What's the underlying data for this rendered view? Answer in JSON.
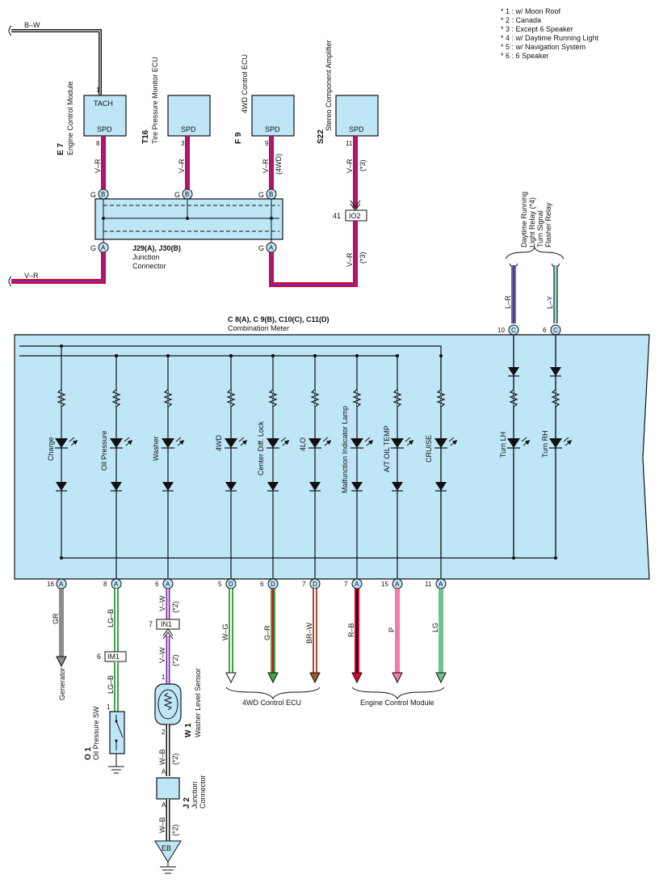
{
  "notes": [
    "* 1 : w/ Moon Roof",
    "* 2 : Canada",
    "* 3 : Except 6 Speaker",
    "* 4 : w/ Daytime Running Light",
    "* 5 : w/ Navigation System",
    "* 6 : 6 Speaker"
  ],
  "wires": {
    "bw_top": "B–W",
    "vr_left": "V–R",
    "vr": "V–R",
    "vr_4wd_note": "(4WD)",
    "vr_s22_note": "(*3)",
    "vr_io2_note": "(*3)",
    "lr": "L–R",
    "ly": "L–Y",
    "gr": "GR",
    "lgb1": "LG–B",
    "lgb2": "LG–B",
    "vw1": "V–W",
    "vw1_note": "(*2)",
    "vw2": "V–W",
    "vw2_note": "(*2)",
    "wg": "W–G",
    "gr2": "G–R",
    "brw": "BR–W",
    "rb": "R–B",
    "p": "P",
    "lg": "LG",
    "wb1": "W–B",
    "wb1_note": "(*2)",
    "wb2": "W–B",
    "wb2_note": "(*2)"
  },
  "components": {
    "e7": {
      "code": "E 7",
      "name": "Engine Control Module",
      "pins": [
        "TACH",
        "SPD"
      ],
      "pin_nums": [
        "1",
        "8"
      ]
    },
    "t16": {
      "code": "T16",
      "name": "Tire Pressure Monitor ECU",
      "pin": "SPD",
      "pin_num": "3"
    },
    "f9": {
      "code": "F 9",
      "name": "4WD Control ECU",
      "pin": "SPD",
      "pin_num": "9"
    },
    "s22": {
      "code": "S22",
      "name": "Stereo Component Amplifier",
      "pin": "SPD",
      "pin_num": "11"
    },
    "junction": {
      "code": "J29(A), J30(B)",
      "name": "Junction Connector",
      "top": [
        "G",
        "B",
        "G",
        "B",
        "G",
        "B"
      ],
      "bottom": [
        "G",
        "A",
        "G",
        "A"
      ]
    },
    "io2": {
      "label": "IO2",
      "pin": "41"
    },
    "relays": {
      "line1": "Daytime Running",
      "line2": "Light Relay (*4)",
      "line3": "Turn Signal",
      "line4": "Flasher Relay"
    },
    "meter": {
      "code": "C 8(A), C 9(B), C10(C), C11(D)",
      "name": "Combination Meter"
    },
    "im1": {
      "label": "IM1",
      "pin": "6"
    },
    "in1": {
      "label": "IN1",
      "pin": "7"
    },
    "o1": {
      "code": "O 1",
      "name": "Oil Pressure SW",
      "pin": "1"
    },
    "w1": {
      "code": "W 1",
      "name": "Washer Level Sensor",
      "pins": [
        "1",
        "2"
      ]
    },
    "j2": {
      "code": "J 2",
      "name": "Junction Connector",
      "pins": [
        "A",
        "A"
      ]
    },
    "eb": "EB"
  },
  "lamps": [
    "Charge",
    "Oil Pressure",
    "Washer",
    "4WD",
    "Center Diff. Lock",
    "4LO",
    "Malfunction Indicator Lamp",
    "A/T OIL TEMP",
    "CRUISE",
    "Turn LH",
    "Turn RH"
  ],
  "top_pins": [
    {
      "num": "10",
      "letter": "C"
    },
    {
      "num": "6",
      "letter": "C"
    }
  ],
  "bottom_pins": [
    {
      "num": "16",
      "letter": "A"
    },
    {
      "num": "8",
      "letter": "A"
    },
    {
      "num": "6",
      "letter": "A"
    },
    {
      "num": "5",
      "letter": "D"
    },
    {
      "num": "6",
      "letter": "D"
    },
    {
      "num": "7",
      "letter": "D"
    },
    {
      "num": "7",
      "letter": "A"
    },
    {
      "num": "15",
      "letter": "A"
    },
    {
      "num": "11",
      "letter": "A"
    }
  ],
  "destinations": {
    "generator": "Generator",
    "fourwd": "4WD Control ECU",
    "ecm": "Engine Control Module"
  },
  "colors": {
    "panel": "#bfe6f7",
    "violet": "#7a2aa8",
    "red": "#e0002a",
    "green": "#3aa845",
    "brown": "#a0522d",
    "gray": "#8c8c8c",
    "pink": "#f07cac",
    "lightgreen": "#6cc48c",
    "blue": "#2a7fd4",
    "yellow": "#e8d400"
  }
}
